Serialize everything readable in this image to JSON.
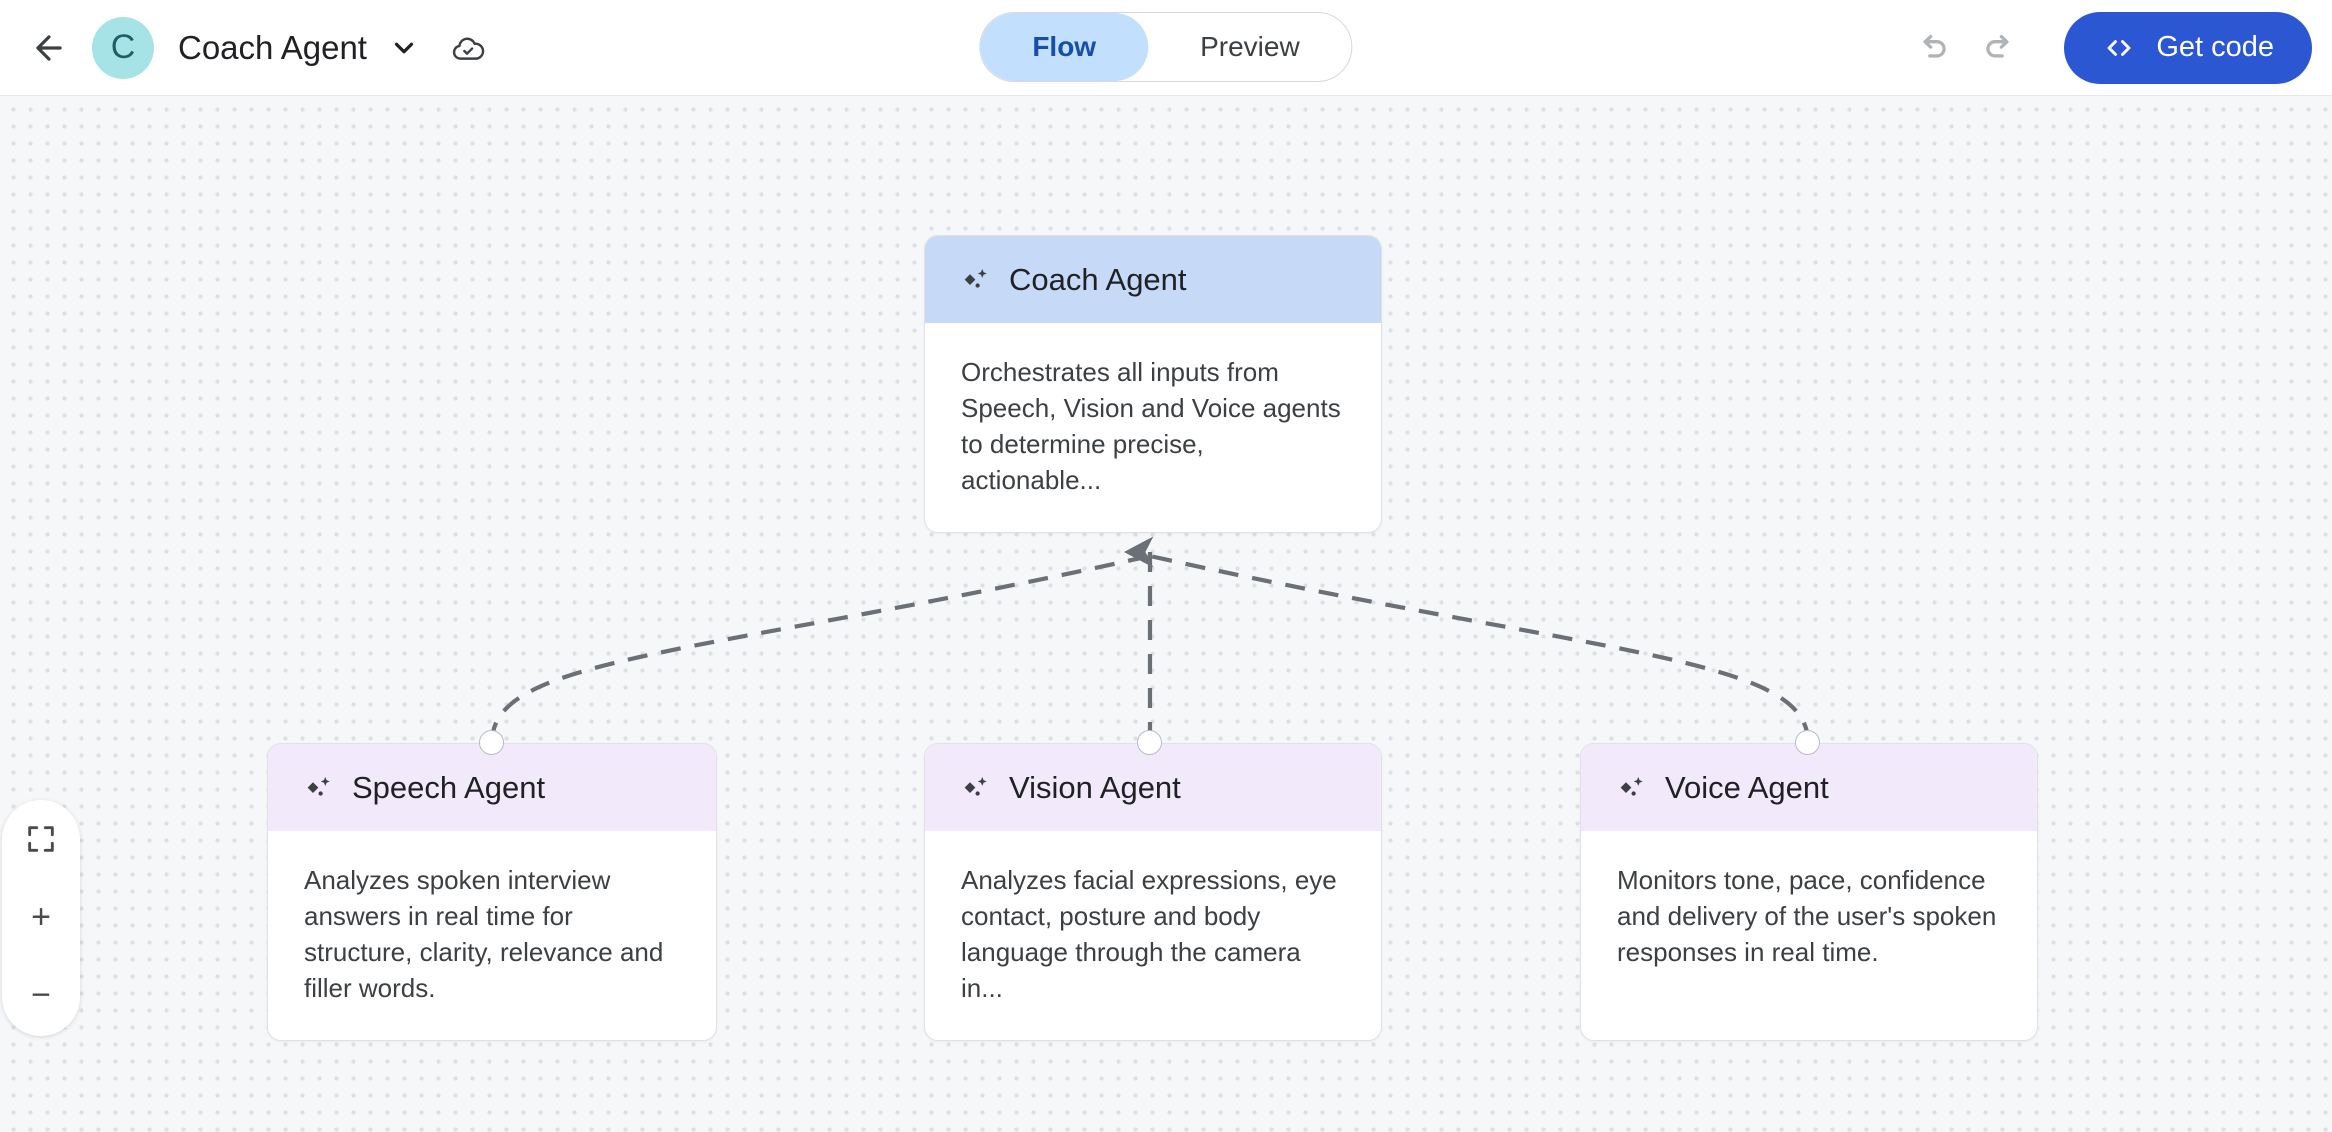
{
  "header": {
    "back_icon": "arrow-left-icon",
    "avatar_letter": "C",
    "avatar_color": "#a5e3e6",
    "title": "Coach Agent",
    "chevron_icon": "chevron-down-icon",
    "cloud_icon": "cloud-done-icon",
    "tabs": [
      {
        "label": "Flow",
        "active": true
      },
      {
        "label": "Preview",
        "active": false
      }
    ],
    "undo_icon": "undo-icon",
    "redo_icon": "redo-icon",
    "get_code_label": "Get code",
    "get_code_icon": "code-brackets-icon",
    "accent_blue": "#2b57d3",
    "active_tab_bg": "#c2dffd",
    "active_tab_fg": "#174ea6"
  },
  "canvas": {
    "background": "#f6f7f9",
    "dot_color": "#dddfe3",
    "edge_color": "#6b6f76",
    "edge_style": "dashed"
  },
  "nodes": [
    {
      "id": "coach",
      "title": "Coach Agent",
      "icon": "sparkle-icon",
      "header_color": "#c6daf8",
      "description": "Orchestrates all inputs from Speech, Vision and Voice agents to determine precise, actionable..."
    },
    {
      "id": "speech",
      "title": "Speech Agent",
      "icon": "sparkle-icon",
      "header_color": "#f2eafb",
      "description": "Analyzes spoken interview answers in real time for structure, clarity, relevance and filler words."
    },
    {
      "id": "vision",
      "title": "Vision Agent",
      "icon": "sparkle-icon",
      "header_color": "#f2eafb",
      "description": "Analyzes facial expressions, eye contact, posture and body language through the camera in..."
    },
    {
      "id": "voice",
      "title": "Voice Agent",
      "icon": "sparkle-icon",
      "header_color": "#f2eafb",
      "description": "Monitors tone, pace, confidence and delivery of the user's spoken responses in real time."
    }
  ],
  "zoom_controls": {
    "fit_icon": "fit-to-screen-icon",
    "zoom_in_glyph": "+",
    "zoom_out_glyph": "−"
  }
}
